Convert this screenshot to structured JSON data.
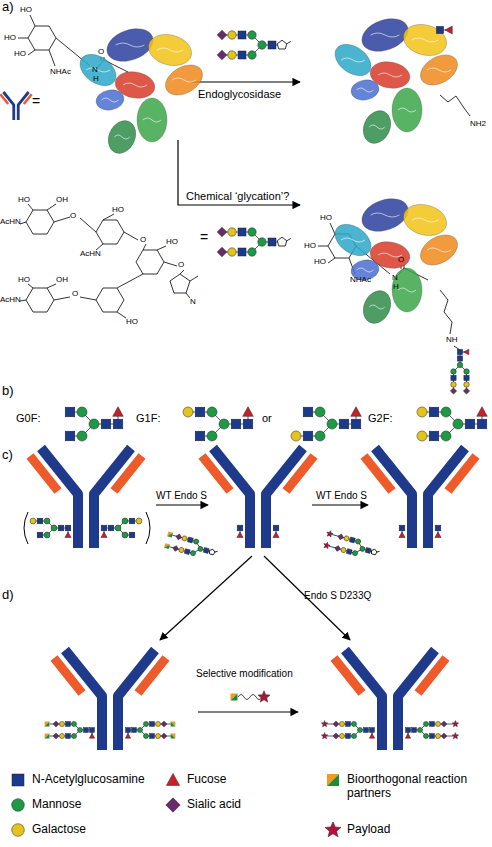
{
  "diagram": {
    "labels": [
      "a)",
      "Endoglycosidase",
      "Chemical ‘glycation’?",
      "=",
      "=",
      "HO",
      "HO",
      "HO",
      "NHAc",
      "N",
      "H",
      "O",
      "NH2",
      "HO",
      "OH",
      "AcHN",
      "O",
      "HO",
      "AcHN",
      "O",
      "HO",
      "HO",
      "OH",
      "AcHN",
      "O",
      "HO",
      "O",
      "N",
      "HO",
      "HO",
      "HO",
      "NHAc",
      "N",
      "H",
      "O",
      "NH",
      "b)",
      "G0F:",
      "G1F:",
      "or",
      "G2F:",
      "c)",
      "WT Endo S",
      "WT Endo S",
      "d)",
      "Endo S D233Q",
      "Selective modification"
    ],
    "legend": [
      {
        "text": "N-Acetylglucosamine",
        "color": "#1c3a8c"
      },
      {
        "text": "Mannose",
        "color": "#1e9a46"
      },
      {
        "text": "Galactose",
        "color": "#e3c41d"
      },
      {
        "text": "Fucose",
        "color": "#c8202a"
      },
      {
        "text": "Sialic acid",
        "color": "#6b2a6e"
      },
      {
        "text": "Bioorthogonal reaction partners"
      },
      {
        "text": "Payload",
        "color": "#b3123c"
      }
    ]
  }
}
